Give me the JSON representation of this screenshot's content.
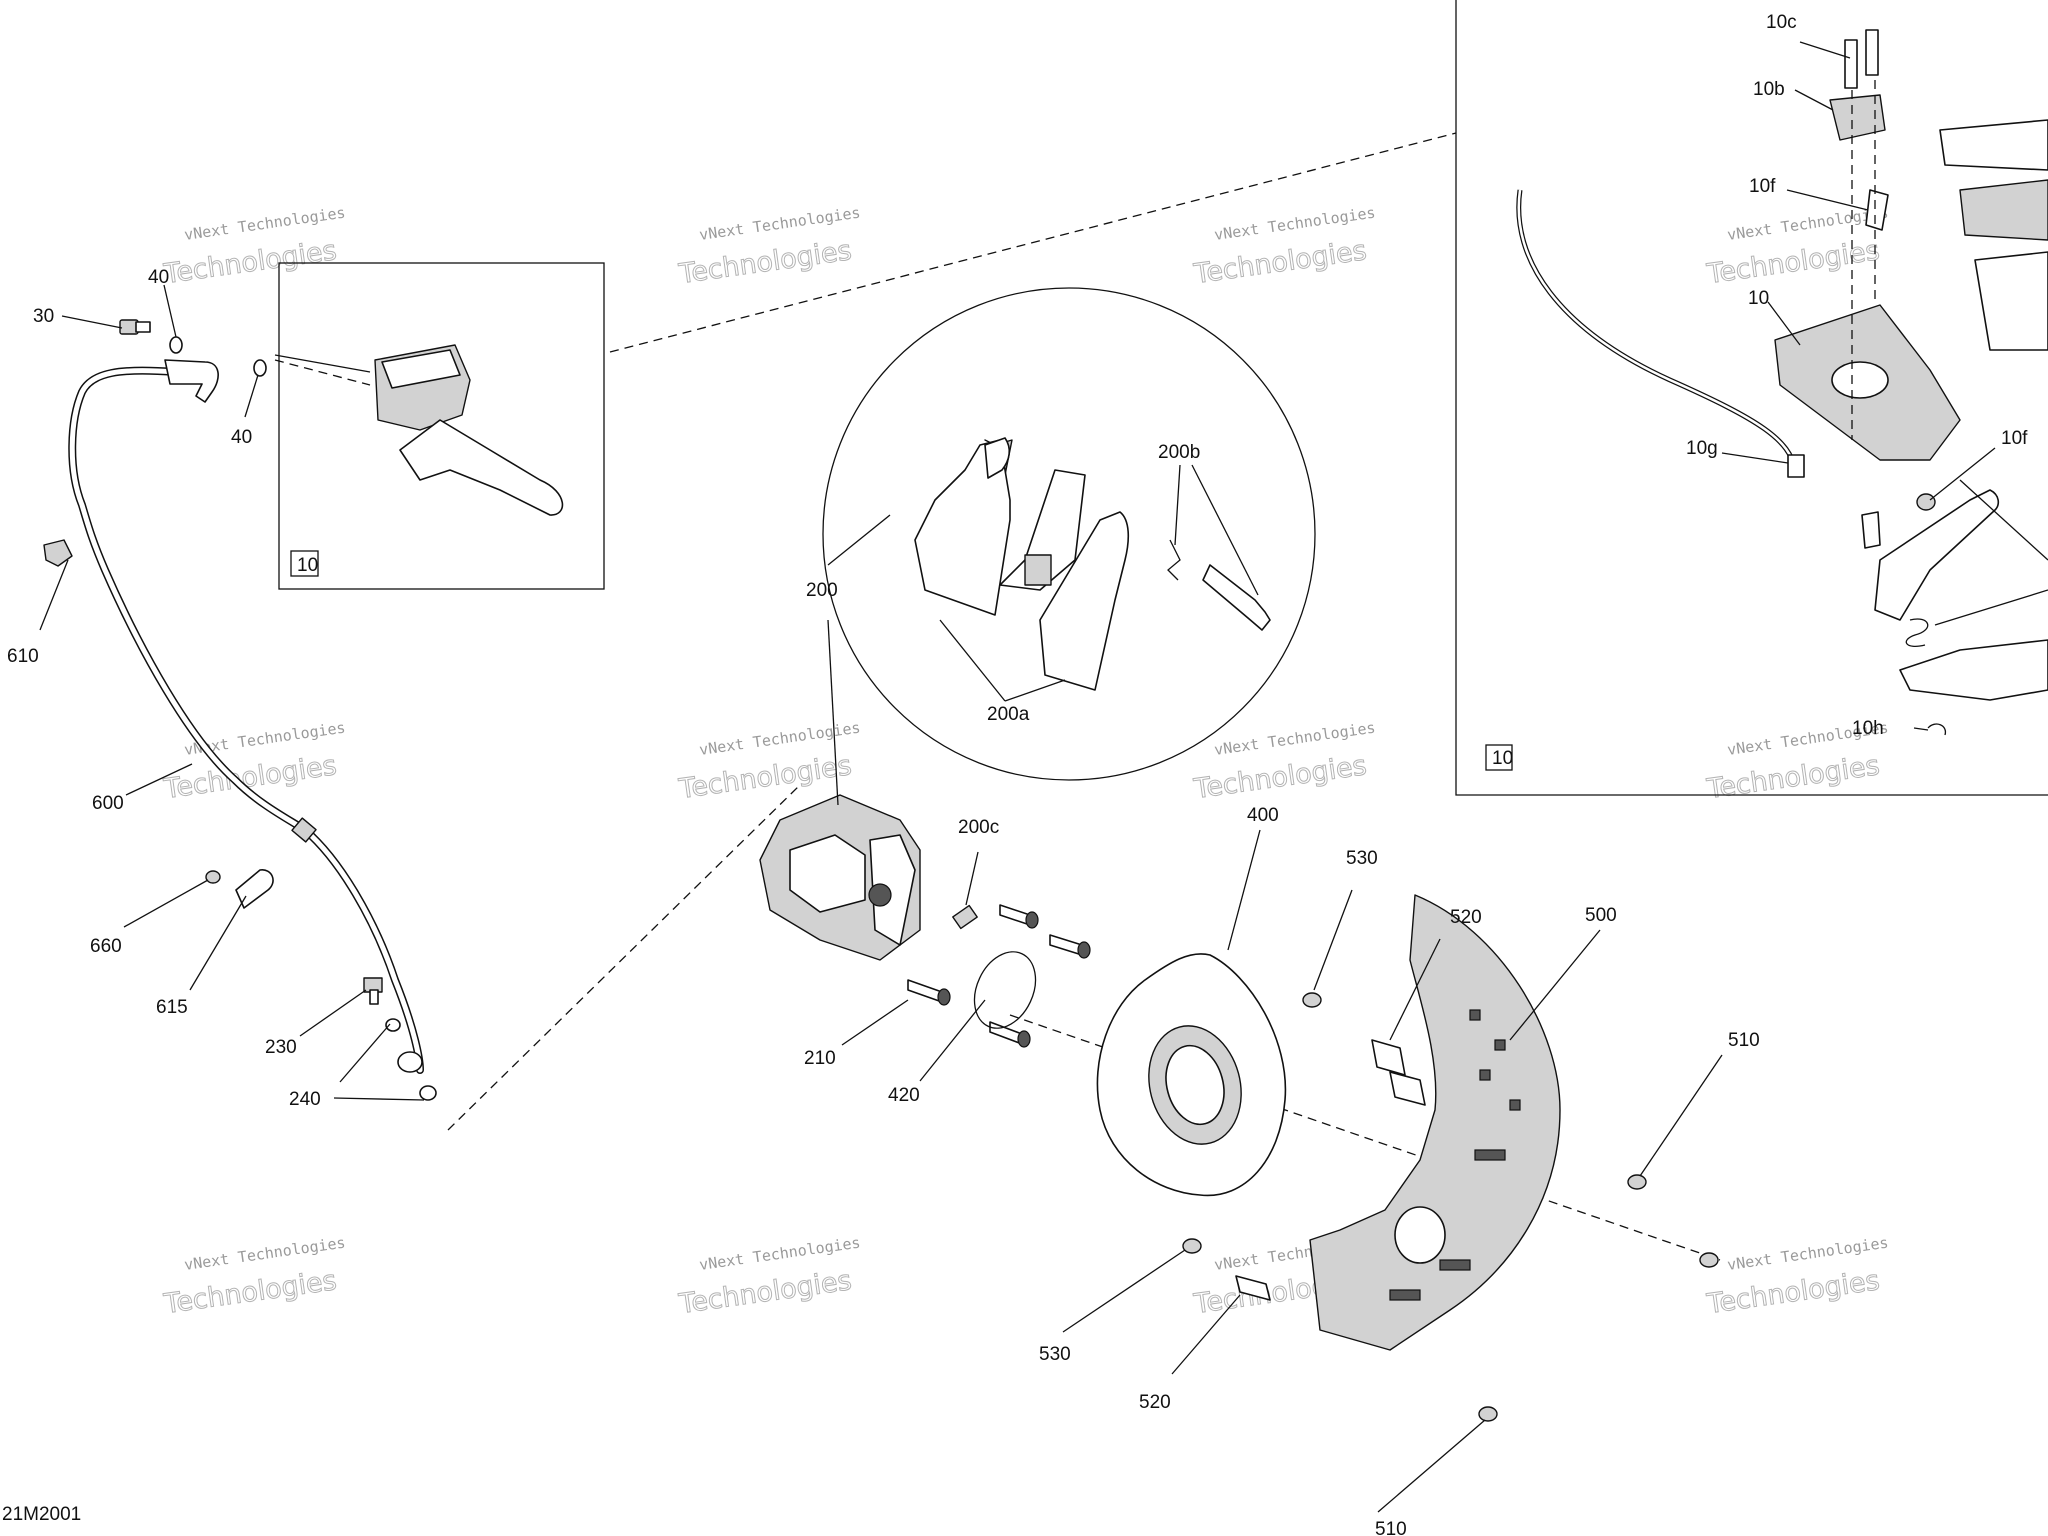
{
  "diagram_code": "21M2001",
  "watermark": {
    "line1": "vNext Technologies",
    "line2": "Technologies"
  },
  "callouts": {
    "c30": "30",
    "c40a": "40",
    "c40b": "40",
    "c610": "610",
    "c600": "600",
    "c660": "660",
    "c615": "615",
    "c230": "230",
    "c240": "240",
    "c10_box": "10",
    "c200": "200",
    "c200a": "200a",
    "c200b": "200b",
    "c200c": "200c",
    "c210": "210",
    "c420": "420",
    "c400": "400",
    "c530a": "530",
    "c520a": "520",
    "c500": "500",
    "c510a": "510",
    "c530b": "530",
    "c520b": "520",
    "c510b": "510",
    "c10c": "10c",
    "c10b": "10b",
    "c10f_a": "10f",
    "c10": "10",
    "c10g": "10g",
    "c10f_b": "10f",
    "c10h": "10h",
    "c10_inset": "10"
  },
  "colors": {
    "line": "#111111",
    "part_fill": "#d2d2d2",
    "watermark": "#9a9a9a"
  }
}
